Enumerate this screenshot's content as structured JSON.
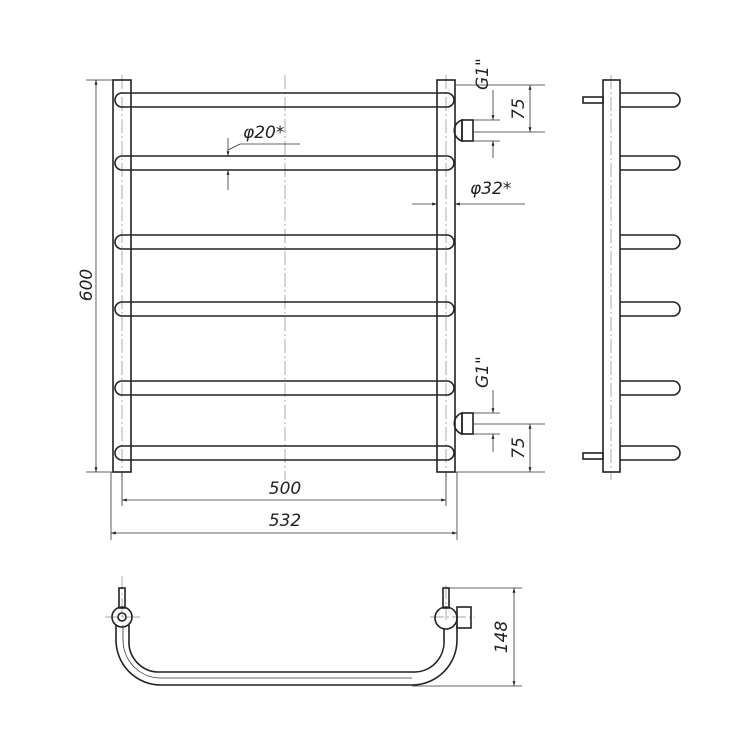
{
  "dimensions": {
    "height_label": "600",
    "inner_width_label": "500",
    "outer_width_label": "532",
    "rail_diameter_label": "φ20*",
    "riser_diameter_label": "φ32*",
    "top_thread_label": "G1\"",
    "bottom_thread_label": "G1\"",
    "top_offset_label": "75",
    "bottom_offset_label": "75",
    "depth_label": "148"
  }
}
